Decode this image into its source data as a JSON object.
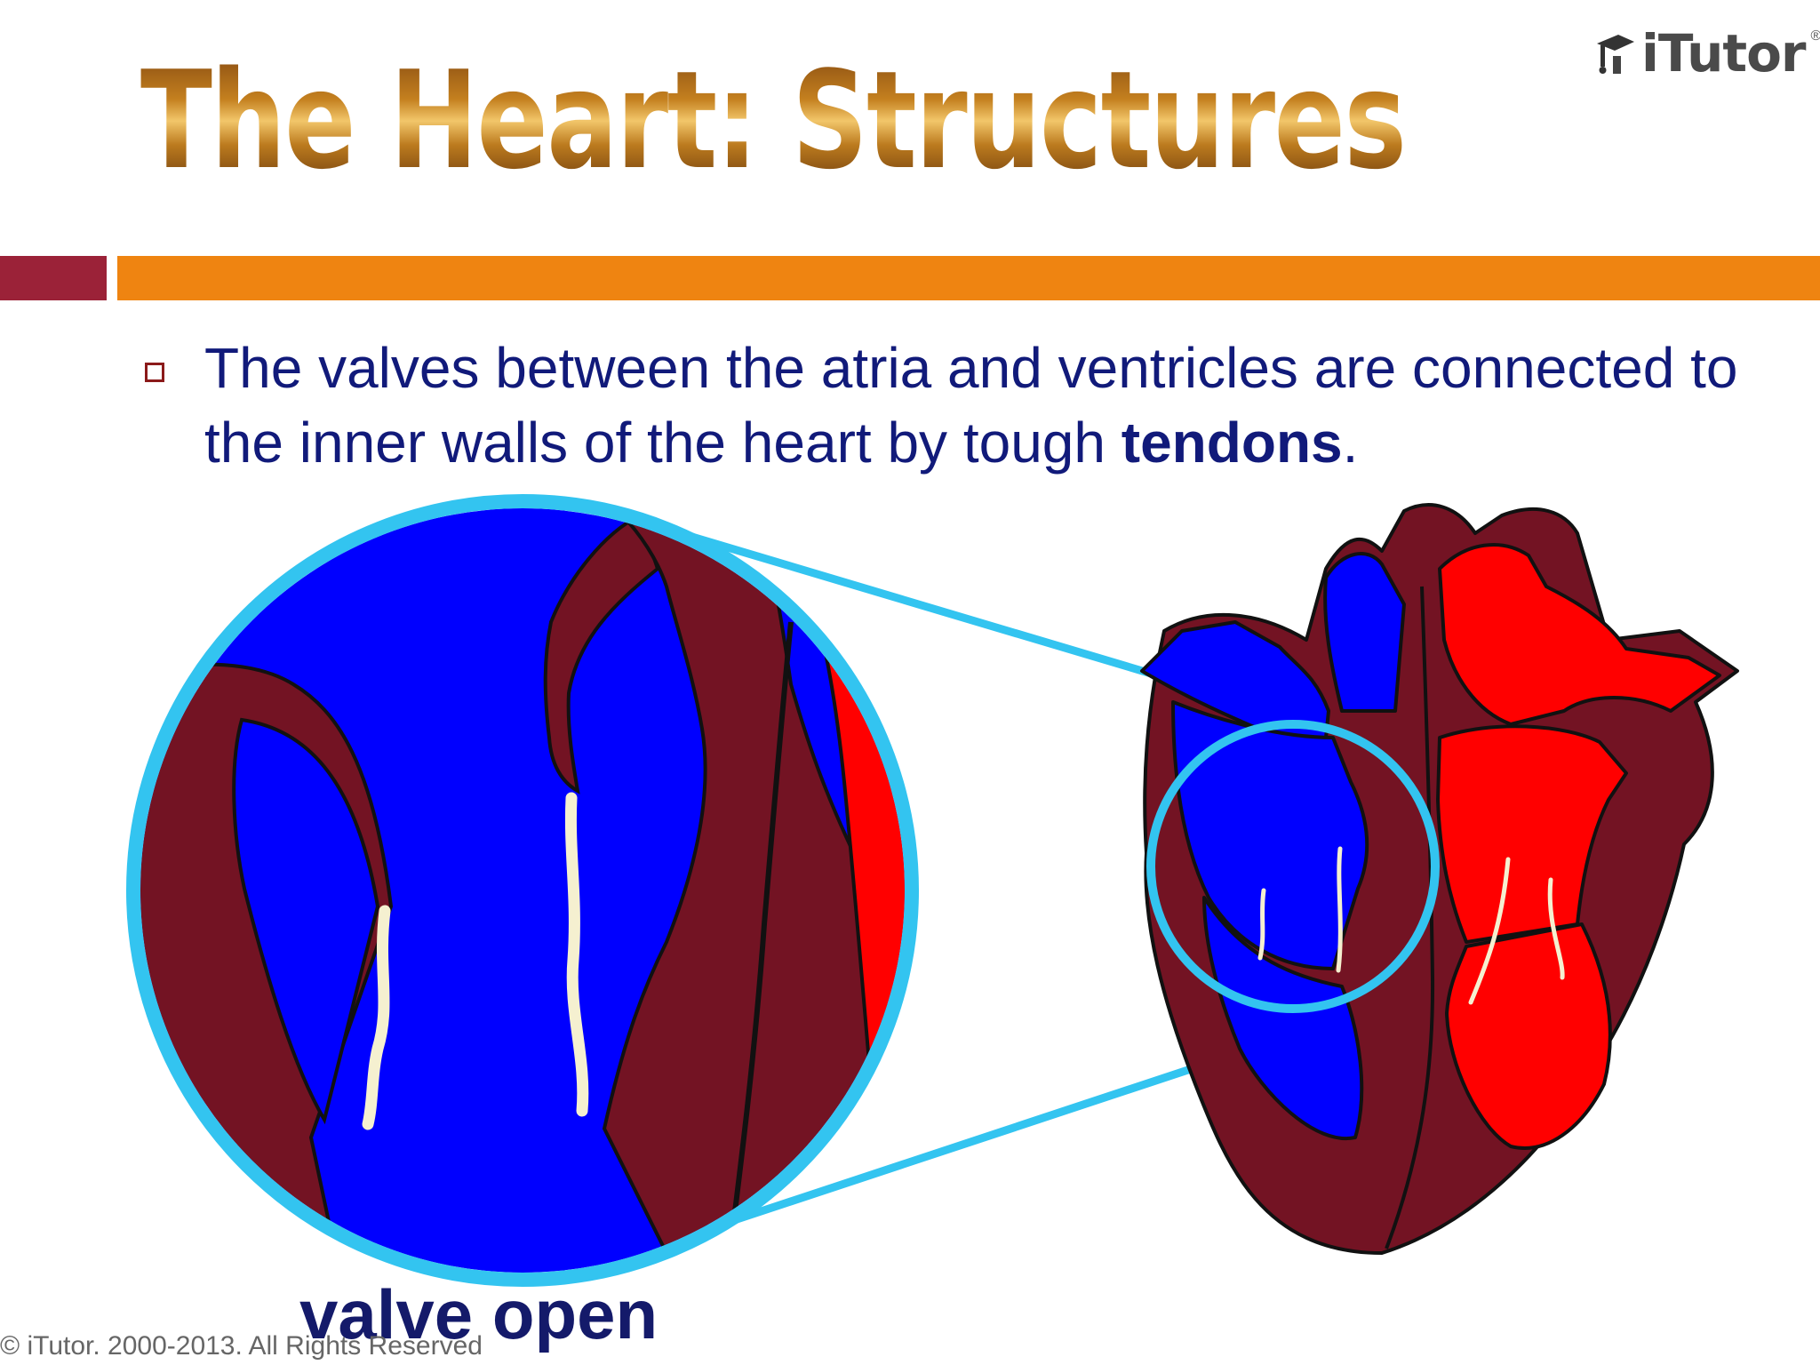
{
  "slide": {
    "title": "The Heart: Structures",
    "logo": {
      "text": "iTutor",
      "mark": "®"
    },
    "bullet": {
      "before": "The valves between the atria and ventricles are connected to the inner walls of the heart by tough ",
      "bold": "tendons",
      "after": "."
    },
    "caption": "valve open",
    "copyright": "© iTutor. 2000-2013. All Rights Reserved"
  },
  "colors": {
    "deoxygenated": "#0000ff",
    "oxygenated": "#ff0000",
    "muscle": "#731323",
    "tendon": "#f5f0d0",
    "magnifier": "#33c4f0",
    "accent_red": "#9b2238",
    "accent_orange": "#ef8411",
    "text": "#111a7a"
  },
  "icons": [
    "graduation-cap-icon",
    "bullet-square-icon"
  ]
}
